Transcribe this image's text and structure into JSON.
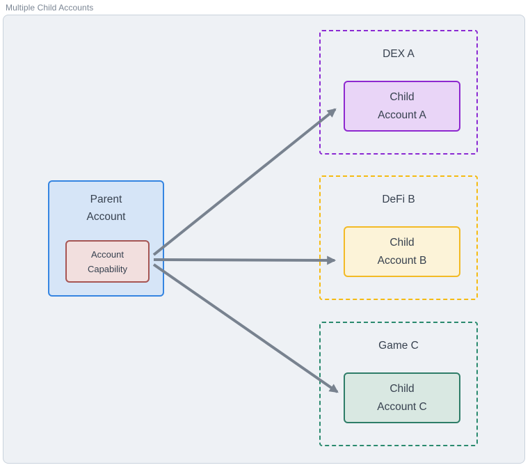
{
  "title": "Multiple Child Accounts",
  "colors": {
    "page_bg": "#ffffff",
    "canvas_bg": "#eef1f5",
    "canvas_border": "#c9d2dc",
    "title_text": "#7b8694",
    "label_text": "#37414f",
    "arrow": "#78828f",
    "parent_fill": "#d6e5f7",
    "parent_border": "#3585e1",
    "capability_fill": "#f2dfde",
    "capability_border": "#a65553"
  },
  "parent": {
    "label": "Parent\nAccount",
    "capability_label": "Account\nCapability"
  },
  "children": [
    {
      "group_label": "DEX A",
      "box_label": "Child\nAccount A",
      "group_border": "#8b2ad2",
      "box_border": "#8e28cf",
      "box_fill": "#e9d5f7"
    },
    {
      "group_label": "DeFi B",
      "box_label": "Child\nAccount B",
      "group_border": "#f5bb12",
      "box_border": "#f2ba25",
      "box_fill": "#fcf3d8"
    },
    {
      "group_label": "Game C",
      "box_label": "Child\nAccount C",
      "group_border": "#2a8a6e",
      "box_border": "#2e7d68",
      "box_fill": "#d9e8e2"
    }
  ],
  "arrows": {
    "color": "#78828f"
  }
}
